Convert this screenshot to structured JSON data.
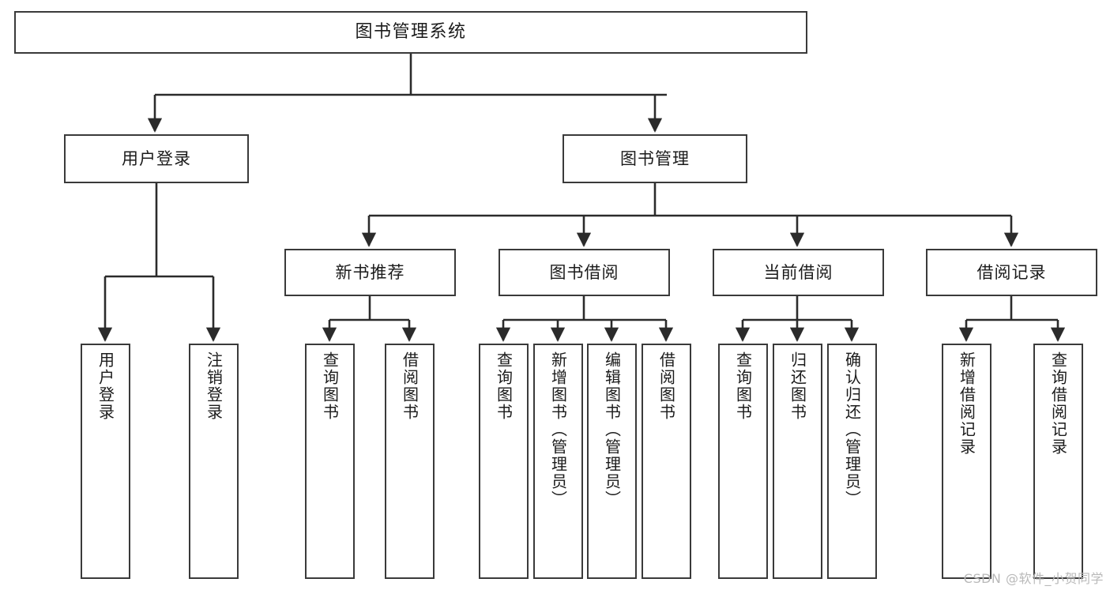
{
  "diagram": {
    "type": "tree",
    "title": "图书管理系统",
    "orientation": "top-down",
    "colors": {
      "node_border": "#3a3a3a",
      "node_fill": "#ffffff",
      "edge": "#2b2b2b",
      "text": "#1b1b1b",
      "background": "#ffffff",
      "watermark": "#b9b9b9"
    },
    "root": {
      "label": "图书管理系统"
    },
    "level2": [
      {
        "label": "用户登录"
      },
      {
        "label": "图书管理"
      }
    ],
    "level3": [
      {
        "label": "新书推荐"
      },
      {
        "label": "图书借阅"
      },
      {
        "label": "当前借阅"
      },
      {
        "label": "借阅记录"
      }
    ],
    "leaves": [
      {
        "label": "用户登录"
      },
      {
        "label": "注销登录"
      },
      {
        "label": "查询图书"
      },
      {
        "label": "借阅图书"
      },
      {
        "label": "查询图书"
      },
      {
        "label": "新增图书（管理员）"
      },
      {
        "label": "编辑图书（管理员）"
      },
      {
        "label": "借阅图书"
      },
      {
        "label": "查询图书"
      },
      {
        "label": "归还图书"
      },
      {
        "label": "确认归还（管理员）"
      },
      {
        "label": "新增借阅记录"
      },
      {
        "label": "查询借阅记录"
      }
    ],
    "edges": [
      {
        "from": "图书管理系统",
        "to": "用户登录"
      },
      {
        "from": "图书管理系统",
        "to": "图书管理"
      },
      {
        "from": "用户登录",
        "to": "用户登录"
      },
      {
        "from": "用户登录",
        "to": "注销登录"
      },
      {
        "from": "图书管理",
        "to": "新书推荐"
      },
      {
        "from": "图书管理",
        "to": "图书借阅"
      },
      {
        "from": "图书管理",
        "to": "当前借阅"
      },
      {
        "from": "图书管理",
        "to": "借阅记录"
      },
      {
        "from": "新书推荐",
        "to": "查询图书"
      },
      {
        "from": "新书推荐",
        "to": "借阅图书"
      },
      {
        "from": "图书借阅",
        "to": "查询图书"
      },
      {
        "from": "图书借阅",
        "to": "新增图书（管理员）"
      },
      {
        "from": "图书借阅",
        "to": "编辑图书（管理员）"
      },
      {
        "from": "图书借阅",
        "to": "借阅图书"
      },
      {
        "from": "当前借阅",
        "to": "查询图书"
      },
      {
        "from": "当前借阅",
        "to": "归还图书"
      },
      {
        "from": "当前借阅",
        "to": "确认归还（管理员）"
      },
      {
        "from": "借阅记录",
        "to": "新增借阅记录"
      },
      {
        "from": "借阅记录",
        "to": "查询借阅记录"
      }
    ]
  },
  "watermark": {
    "text": "CSDN @软件_小贺同学"
  }
}
